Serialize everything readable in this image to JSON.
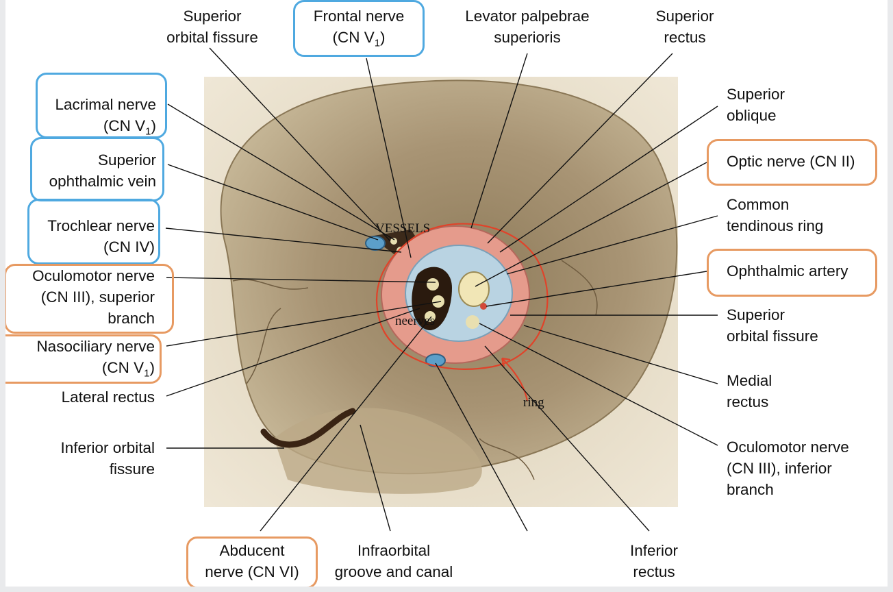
{
  "labels": {
    "superior_orbital_fissure_top": [
      "Superior",
      "orbital fissure"
    ],
    "frontal_nerve": [
      "Frontal nerve",
      "(CN V",
      "1",
      ")"
    ],
    "levator": [
      "Levator palpebrae",
      "superioris"
    ],
    "superior_rectus": [
      "Superior",
      "rectus"
    ],
    "lacrimal_nerve": [
      "Lacrimal nerve",
      "(CN V",
      "1",
      ")"
    ],
    "superior_ophthalmic_vein": [
      "Superior",
      "ophthalmic vein"
    ],
    "trochlear_nerve": [
      "Trochlear nerve",
      "(CN IV)"
    ],
    "oculomotor_superior": [
      "Oculomotor nerve",
      "(CN III), superior",
      "branch"
    ],
    "nasociliary_nerve": [
      "Nasociliary nerve",
      "(CN V",
      "1",
      ")"
    ],
    "lateral_rectus": [
      "Lateral rectus"
    ],
    "inferior_orbital_fissure": [
      "Inferior orbital",
      "fissure"
    ],
    "abducent_nerve": [
      "Abducent",
      "nerve (CN VI)"
    ],
    "infraorbital_groove": [
      "Infraorbital",
      "groove and canal"
    ],
    "inferior_rectus": [
      "Inferior",
      "rectus"
    ],
    "superior_oblique": [
      "Superior",
      "oblique"
    ],
    "optic_nerve": [
      "Optic nerve (CN II)"
    ],
    "common_tendinous_ring": [
      "Common",
      "tendinous ring"
    ],
    "ophthalmic_artery": [
      "Ophthalmic artery"
    ],
    "superior_orbital_fissure_right": [
      "Superior",
      "orbital fissure"
    ],
    "medial_rectus": [
      "Medial",
      "rectus"
    ],
    "oculomotor_inferior": [
      "Oculomotor nerve",
      "(CN III), inferior",
      "branch"
    ]
  },
  "annotations": {
    "vessels": "VESSELS",
    "nerves": "neerves",
    "ring": "ring"
  },
  "colors": {
    "blue_box": "#4fa9e0",
    "orange_box": "#e79a62",
    "red_ink": "#e0432a",
    "bone": "#a79573",
    "muscle": "#e59b8c"
  }
}
